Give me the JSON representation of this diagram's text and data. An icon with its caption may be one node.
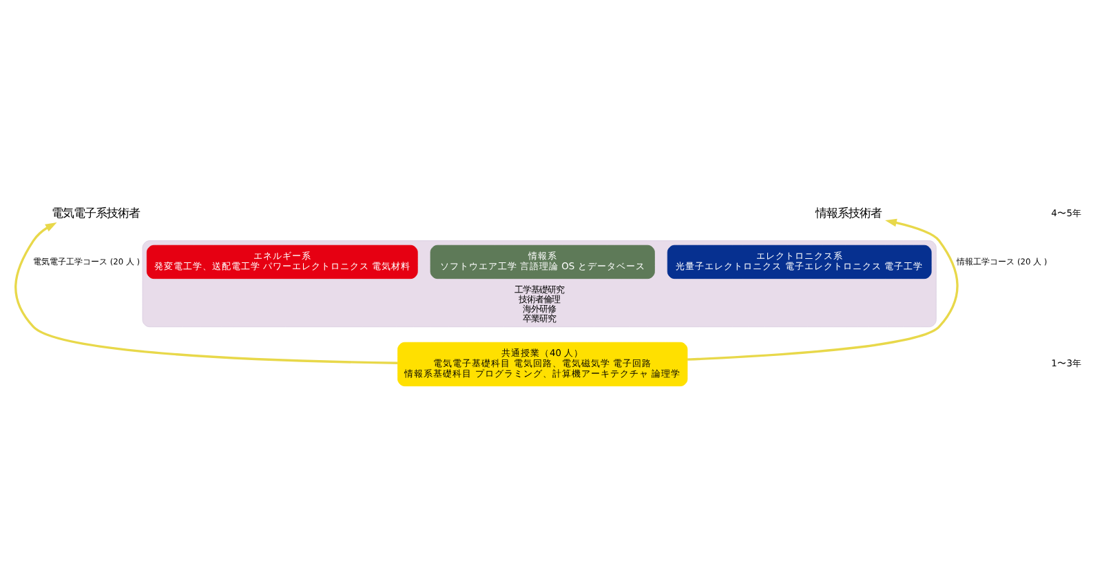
{
  "diagram": {
    "nodes": [
      {
        "text": [
          "電気電子系技術者"
        ]
      },
      {
        "text": [
          "情報系技術者"
        ]
      },
      {
        "text": [
          "工学基礎研究",
          "技術者倫理",
          "海外研修",
          "卒業研究"
        ]
      },
      {
        "text": [
          "エネルギー系",
          "発変電工学、送配電工学 パワーエレクトロニクス 電気材料"
        ],
        "in": 2
      },
      {
        "text": [
          "エレクトロニクス系",
          "光量子エレクトロニクス 電子エレクトロニクス 電子工学"
        ],
        "in": 2
      },
      {
        "text": [
          "情報系",
          "ソフトウエア工学 言語理論 OS とデータベース"
        ],
        "in": 2
      },
      {
        "text": [
          "共通授業（40 人）",
          "電気電子基礎科目 電気回路、電気磁気学 電子回路",
          "情報系基礎科目 プログラミング、計算機アーキテクチャ 論理学"
        ]
      }
    ],
    "edges": [
      {
        "from": 6,
        "to": 0,
        "arrow": "to",
        "label": "電気電子工学コース (20 人 )"
      },
      {
        "from": 6,
        "to": 1,
        "arrow": "to",
        "label": "情報工学コース (20 人 )"
      }
    ],
    "labels": [
      "4〜5年",
      "1〜3年"
    ]
  }
}
